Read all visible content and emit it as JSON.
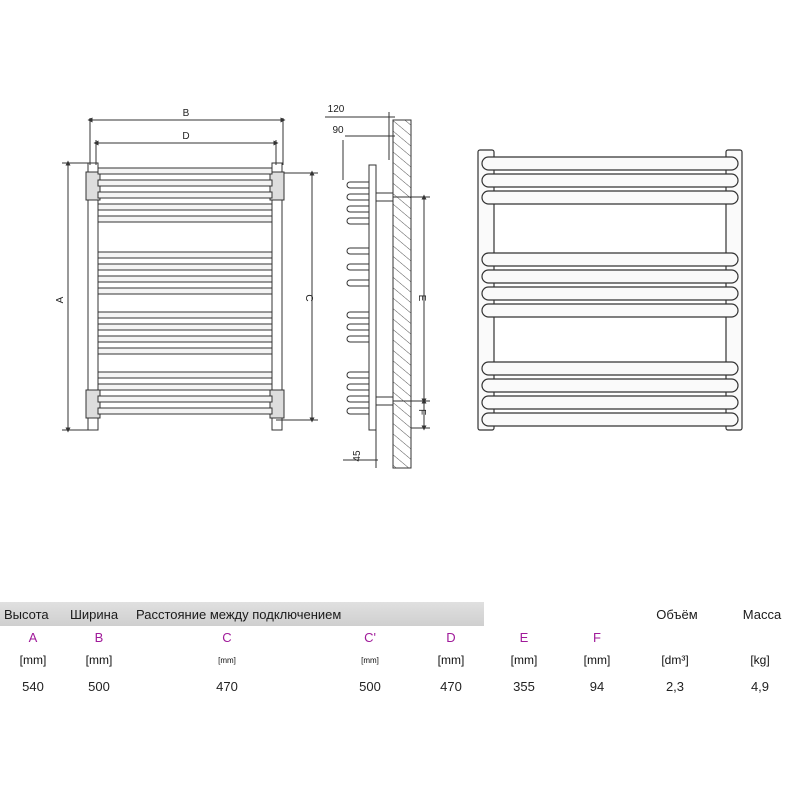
{
  "front_view": {
    "dim_b": "B",
    "dim_d": "D",
    "dim_a": "A",
    "dim_c": "C"
  },
  "side_view": {
    "dim_120": "120",
    "dim_90": "90",
    "dim_e": "E",
    "dim_f": "F",
    "dim_45": "45"
  },
  "table": {
    "headers": {
      "height": "Высота",
      "width": "Ширина",
      "distance": "Расстояние между подключением",
      "volume": "Объём",
      "mass": "Масса"
    },
    "letters": [
      "A",
      "B",
      "C",
      "C'",
      "D",
      "E",
      "F"
    ],
    "units": [
      "[mm]",
      "[mm]",
      "[mm]",
      "[mm]",
      "[mm]",
      "[mm]",
      "[mm]",
      "[dm³]",
      "[kg]"
    ],
    "values": [
      "540",
      "500",
      "470",
      "500",
      "470",
      "355",
      "94",
      "2,3",
      "4,9"
    ]
  },
  "colors": {
    "letter": "#a01a9a",
    "header_band": "#d6d6d6",
    "line": "#333333"
  }
}
